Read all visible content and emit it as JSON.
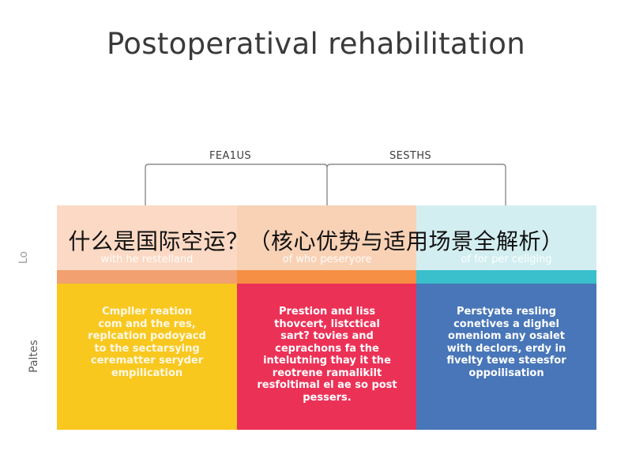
{
  "title": "Postoperatival rehabilitation",
  "groups": {
    "left_label": "FEA1US",
    "right_label": "SESTHS"
  },
  "side_labels": {
    "top": "Lo",
    "bottom": "Paltes"
  },
  "columns": [
    {
      "subhead": "with he restelland",
      "body": "Cmpller reation\ncom and the res,\nreplcation podoyacd\nto the sectarsying\ncerematter seryder\nempilication",
      "colors": {
        "head": "#fbd9c4",
        "band": "#f2a070",
        "body": "#f8c81f"
      }
    },
    {
      "subhead": "of who peseryore",
      "body": "Prestion and liss\nthovcert, listctical\nsart? tovies and\nceprachons fa the\nintelutning thay it the\nreotrene ramalikilt\nresfoltimal el ae so post\npessers.",
      "colors": {
        "head": "#f9d2b6",
        "band": "#f68f44",
        "body": "#ec3157"
      }
    },
    {
      "subhead": "of for per celiging",
      "body": "Perstyate resling\nconetives a dighel\nomeniom any osalet\nwith declors, erdy in\nfivelty tewe steesfor\noppoilisation",
      "colors": {
        "head": "#d3eef1",
        "band": "#39c0cc",
        "body": "#4876b8"
      }
    }
  ],
  "overlay_text": "什么是国际空运？（核心优势与适用场景全解析）"
}
